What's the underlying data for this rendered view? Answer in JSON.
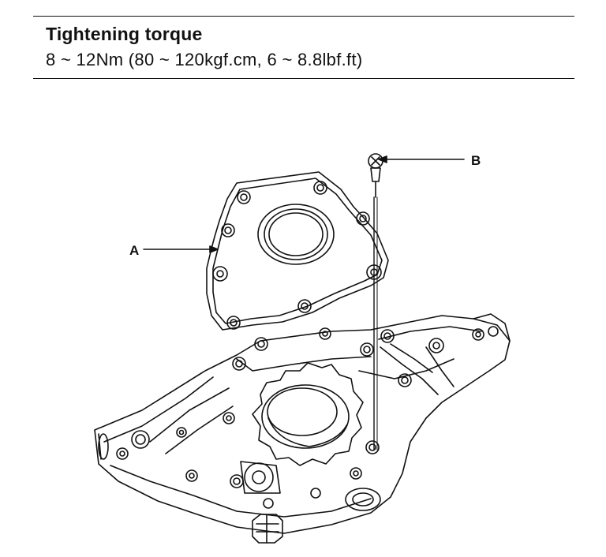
{
  "spec": {
    "title": "Tightening torque",
    "value": "8 ~ 12Nm (80 ~ 120kgf.cm, 6 ~ 8.8lbf.ft)"
  },
  "diagram": {
    "callouts": {
      "a": "A",
      "b": "B"
    },
    "line_color": "#111111"
  }
}
